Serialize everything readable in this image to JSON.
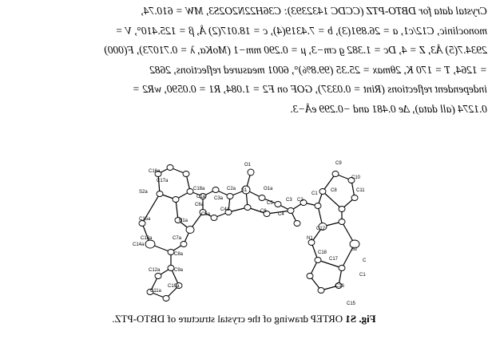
{
  "paragraph": {
    "line1": "Crystal data for DBTO-PTZ (CCDC 1432393): C36H22N2O2S3, MW = 610.74,",
    "line2": "monoclinic, C12/c1, a = 26.891(3), b = 7.4319(4), c = 18.017(2) Å, β = 125.410°, V =",
    "line3": "2934.7(5) Å3, Z = 4, Dc = 1.382 g cm−3, μ = 0.290 mm−1 (MoKα, λ = 0.71073), F(000)",
    "line4": "= 1264, T = 170 K, 2θmax = 25.35 (99.8%)°, 6001 measured reflections, 2682",
    "line5": "independent reflections (Rint = 0.0337), GOF on F2 = 1.084, R1 = 0.0590, wR2 =",
    "line6": "0.1274 (all data), Δe 0.481 and −0.299 eÅ−3."
  },
  "figure": {
    "atom_labels": [
      "O1",
      "S1",
      "C2a",
      "C3a",
      "C4a",
      "C5a",
      "C6a",
      "C1a",
      "C18a",
      "N1a",
      "C7a",
      "C8a",
      "C9a",
      "C10a",
      "C11a",
      "C12a",
      "C13a",
      "C14a",
      "C15a",
      "C16a",
      "C17a",
      "S2a",
      "C9",
      "C10",
      "C11",
      "C8",
      "C1",
      "C2",
      "C3",
      "C4",
      "C5",
      "C6",
      "C12",
      "N1",
      "C18",
      "C17",
      "S2",
      "C13",
      "C14",
      "C16",
      "C15",
      "O1a"
    ]
  },
  "caption": {
    "label": "Fig. S1",
    "text": " ORTEP drawing of the crystal structure of DBTO-PTZ."
  }
}
